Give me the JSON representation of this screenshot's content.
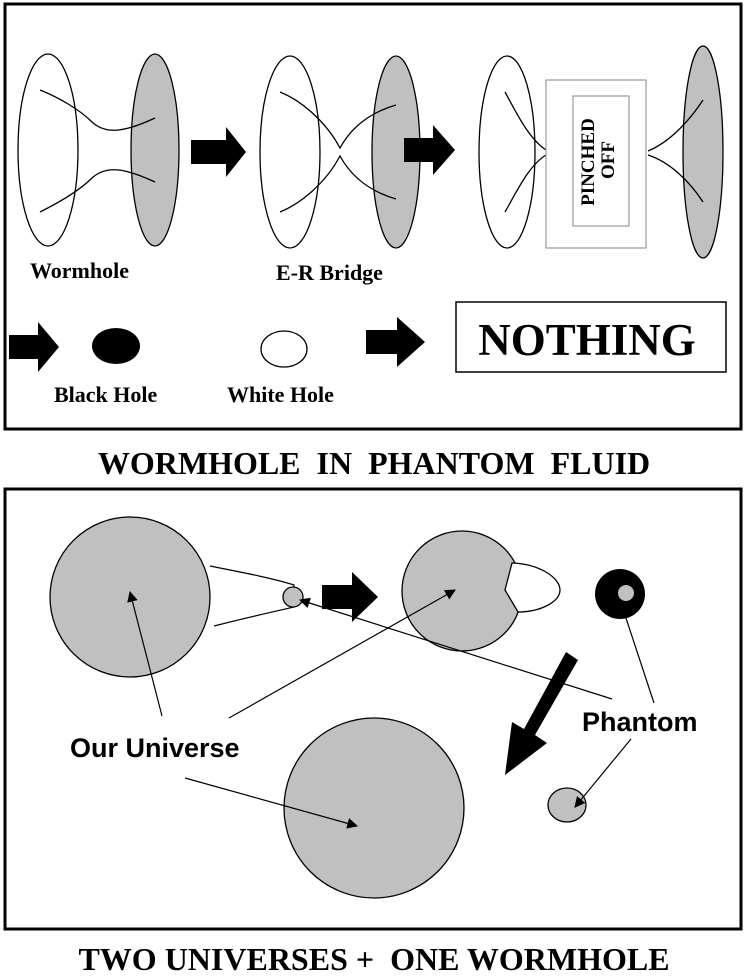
{
  "top_panel": {
    "labels": {
      "wormhole": "Wormhole",
      "er_bridge": "E-R Bridge",
      "pinched_line1": "PINCHED",
      "pinched_line2": "OFF",
      "black_hole": "Black Hole",
      "white_hole": "White Hole",
      "nothing": "NOTHING"
    },
    "caption": "WORMHOLE  IN  PHANTOM  FLUID"
  },
  "bottom_panel": {
    "labels": {
      "our_universe": "Our Universe",
      "phantom": "Phantom"
    },
    "caption": "TWO UNIVERSES +  ONE WORMHOLE"
  },
  "colors": {
    "gray_fill": "#c0c0c0",
    "black": "#000000",
    "white": "#ffffff",
    "border_gray": "#9a9a9a"
  }
}
